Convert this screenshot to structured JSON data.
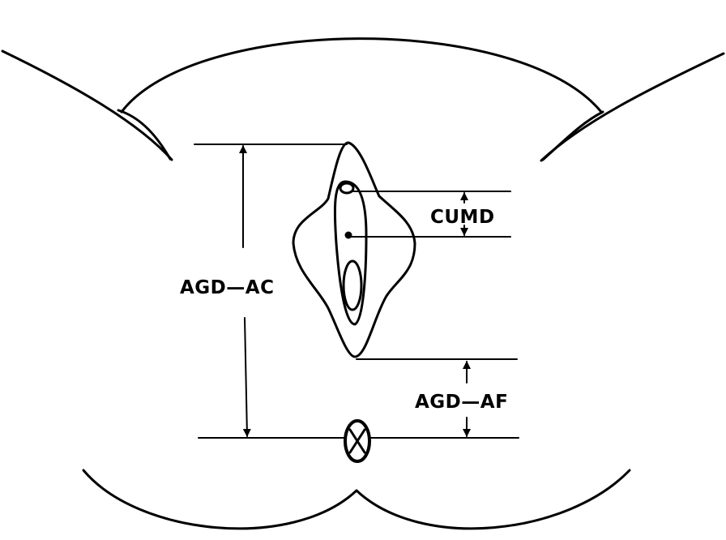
{
  "labels": {
    "cumd": "CUMD",
    "agd_ac": "AGD—AC",
    "agd_af": "AGD—AF"
  },
  "colors": {
    "stroke": "#000000",
    "background": "#ffffff"
  },
  "icons": {
    "anus_marker": "circled-x-icon"
  }
}
